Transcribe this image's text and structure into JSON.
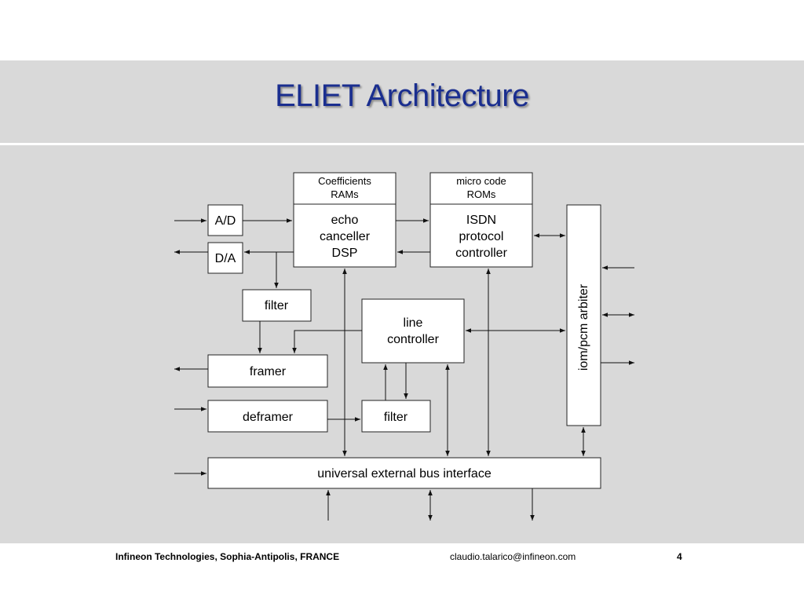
{
  "slide": {
    "title": "ELIET Architecture",
    "footer_left": "Infineon Technologies, Sophia-Antipolis, FRANCE",
    "footer_email": "claudio.talarico@infineon.com",
    "page_number": "4"
  },
  "diagram": {
    "coeff_rams": [
      "Coefficients",
      "RAMs"
    ],
    "microcode_roms": [
      "micro code",
      "ROMs"
    ],
    "ad": "A/D",
    "da": "D/A",
    "echo_dsp": [
      "echo",
      "canceller",
      "DSP"
    ],
    "isdn": [
      "ISDN",
      "protocol",
      "controller"
    ],
    "arbiter": "iom/pcm arbiter",
    "filter_top": "filter",
    "line_ctrl": [
      "line",
      "controller"
    ],
    "framer": "framer",
    "deframer": "deframer",
    "filter_bottom": "filter",
    "bus": "universal external bus interface"
  },
  "colors": {
    "title": "#1a2e8f",
    "band": "#d9d9d9"
  }
}
